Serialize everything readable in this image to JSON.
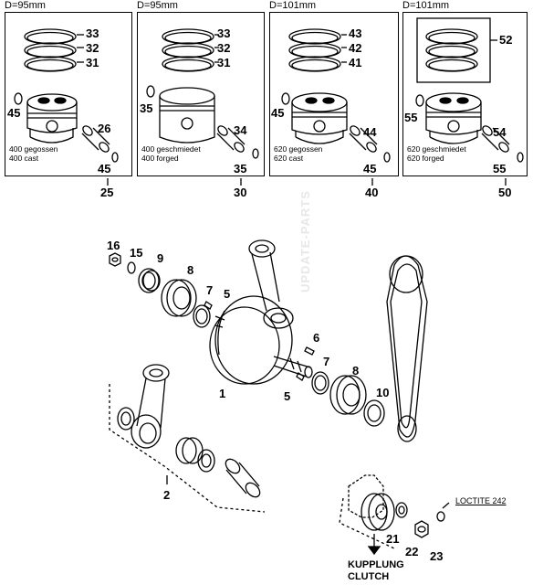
{
  "panels": [
    {
      "diameter": "D=95mm",
      "rings": [
        "33",
        "32",
        "31"
      ],
      "clip": "45",
      "pin": "26",
      "clip2": "45",
      "caption1": "400 gegossen",
      "caption2": "400 cast",
      "assembly": "25"
    },
    {
      "diameter": "D=95mm",
      "rings": [
        "33",
        "32",
        "31"
      ],
      "clip": "35",
      "pin": "34",
      "clip2": "35",
      "caption1": "400 geschmiedet",
      "caption2": "400 forged",
      "assembly": "30"
    },
    {
      "diameter": "D=101mm",
      "rings": [
        "43",
        "42",
        "41"
      ],
      "clip": "45",
      "pin": "44",
      "clip2": "45",
      "caption1": "620 gegossen",
      "caption2": "620 cast",
      "assembly": "40"
    },
    {
      "diameter": "D=101mm",
      "rings": [
        "52"
      ],
      "clip": "55",
      "pin": "54",
      "clip2": "55",
      "caption1": "620 geschmiedet",
      "caption2": "620 forged",
      "assembly": "50"
    }
  ],
  "parts": {
    "p16": "16",
    "p15": "15",
    "p9": "9",
    "p8a": "8",
    "p7a": "7",
    "p5a": "5",
    "p6": "6",
    "p7b": "7",
    "p8b": "8",
    "p10": "10",
    "p5b": "5",
    "p1": "1",
    "p2": "2",
    "p21": "21",
    "p22": "22",
    "p23": "23"
  },
  "loctite": "LOCTITE 242",
  "clutch1": "KUPPLUNG",
  "clutch2": "CLUTCH",
  "watermark": "UPDATE-PARTS"
}
